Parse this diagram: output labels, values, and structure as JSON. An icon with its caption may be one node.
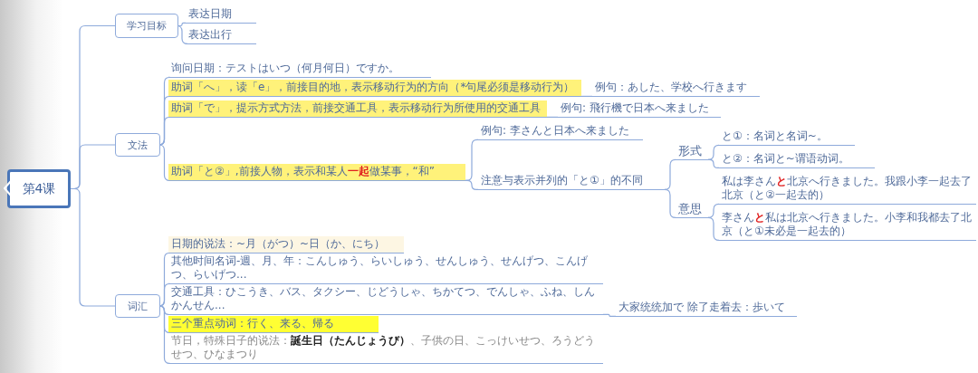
{
  "diagram": {
    "nodes": [
      {
        "text": [
          "第4课"
        ]
      },
      {
        "text": [
          "学习目标"
        ]
      },
      {
        "text": [
          "表达日期"
        ]
      },
      {
        "text": [
          "表达出行"
        ]
      },
      {
        "text": [
          "文法"
        ]
      },
      {
        "text": [
          "询问日期：テストはいつ（何月何日）ですか。"
        ]
      },
      {
        "text": [
          "助词「へ」，读「e」，前接目的地，表示移动行为的方向（*句尾必须是移动行为）"
        ]
      },
      {
        "text": [
          "例句：あした、学校へ行きます"
        ]
      },
      {
        "text": [
          "助词「で」，提示方式方法，前接交通工具，表示移动行为所使用的交通工具"
        ]
      },
      {
        "text": [
          "例句: 飛行機で日本へ来ました"
        ]
      },
      {
        "text": [
          "助词「と②」,前接人物，表示和某人**一起**做某事，“和”"
        ]
      },
      {
        "text": [
          "例句: 李さんと日本へ来ました"
        ]
      },
      {
        "text": [
          "注意与表示并列的「と①」的不同"
        ]
      },
      {
        "text": [
          "形式"
        ]
      },
      {
        "text": [
          "と①：名词と名词~。"
        ]
      },
      {
        "text": [
          "と②：名词と~谓语动词。"
        ]
      },
      {
        "text": [
          "意思"
        ]
      },
      {
        "text": [
          "私は李さん**と**北京へ行きました。我跟小李一起去了北京（と②一起去的）"
        ]
      },
      {
        "text": [
          "李さん**と**私は北京へ行きました。小李和我都去了北京（と①未必是一起去的）"
        ]
      },
      {
        "text": [
          "词汇"
        ]
      },
      {
        "text": [
          "日期的说法：~月（がつ）~日（か、にち）"
        ]
      },
      {
        "text": [
          "其他时间名词-週、月、年：こんしゅう、らいしゅう、せんしゅう、せんげつ、こんげつ、らいげつ..."
        ]
      },
      {
        "text": [
          "交通工具：ひこうき、バス、タクシー、じどうしゃ、ちかてつ、でんしゃ、ふね、しんかんせん..."
        ]
      },
      {
        "text": [
          "大家统统加で 除了走着去：歩いて"
        ]
      },
      {
        "text": [
          "三个重点动词：行く、来る、帰る"
        ]
      },
      {
        "text": [
          "节日，特殊日子的说法：**誕生日（たんじょうび）**、子供の日、こっけいせつ、ろうどうせつ、ひなまつり"
        ]
      }
    ],
    "edges": [
      {
        "from": 0,
        "to": 1,
        "arrow": "none"
      },
      {
        "from": 0,
        "to": 4,
        "arrow": "none"
      },
      {
        "from": 0,
        "to": 19,
        "arrow": "none"
      },
      {
        "from": 1,
        "to": 2,
        "arrow": "none"
      },
      {
        "from": 1,
        "to": 3,
        "arrow": "none"
      },
      {
        "from": 4,
        "to": 5,
        "arrow": "none"
      },
      {
        "from": 4,
        "to": 6,
        "arrow": "none"
      },
      {
        "from": 4,
        "to": 8,
        "arrow": "none"
      },
      {
        "from": 4,
        "to": 10,
        "arrow": "none"
      },
      {
        "from": 6,
        "to": 7,
        "arrow": "none"
      },
      {
        "from": 8,
        "to": 9,
        "arrow": "none"
      },
      {
        "from": 10,
        "to": 11,
        "arrow": "none"
      },
      {
        "from": 10,
        "to": 12,
        "arrow": "none"
      },
      {
        "from": 12,
        "to": 13,
        "arrow": "none"
      },
      {
        "from": 12,
        "to": 16,
        "arrow": "none"
      },
      {
        "from": 13,
        "to": 14,
        "arrow": "none"
      },
      {
        "from": 13,
        "to": 15,
        "arrow": "none"
      },
      {
        "from": 16,
        "to": 17,
        "arrow": "none"
      },
      {
        "from": 16,
        "to": 18,
        "arrow": "none"
      },
      {
        "from": 19,
        "to": 20,
        "arrow": "none"
      },
      {
        "from": 19,
        "to": 21,
        "arrow": "none"
      },
      {
        "from": 19,
        "to": 22,
        "arrow": "none"
      },
      {
        "from": 19,
        "to": 24,
        "arrow": "none"
      },
      {
        "from": 19,
        "to": 25,
        "arrow": "none"
      },
      {
        "from": 22,
        "to": 23,
        "arrow": "none"
      }
    ]
  }
}
